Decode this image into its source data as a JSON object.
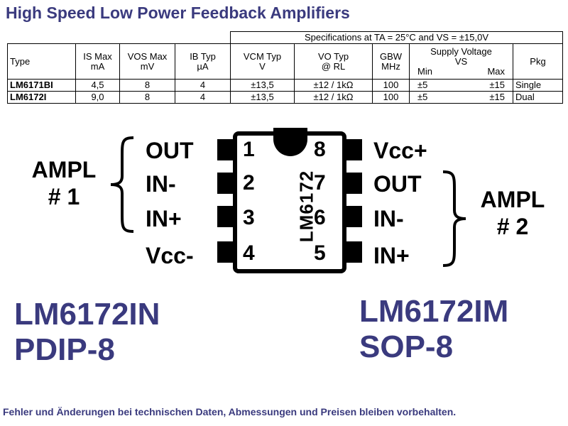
{
  "title": "High Speed Low Power Feedback Amplifiers",
  "specs": {
    "conditions": "Specifications at TA = 25°C and VS = ±15,0V",
    "headers": {
      "type": "Type",
      "is": "IS Max",
      "is_unit": "mA",
      "vos": "VOS Max",
      "vos_unit": "mV",
      "ib": "IB Typ",
      "ib_unit": "µA",
      "vcm": "VCM Typ",
      "vcm_unit": "V",
      "vo": "VO Typ",
      "vo_unit": "@ RL",
      "gbw": "GBW",
      "gbw_unit": "MHz",
      "supply": "Supply Voltage",
      "supply_unit": "VS",
      "min": "Min",
      "max": "Max",
      "pkg": "Pkg"
    },
    "rows": [
      {
        "type": "LM6171BI",
        "is": "4,5",
        "vos": "8",
        "ib": "4",
        "vcm": "±13,5",
        "vo": "±12 / 1kΩ",
        "gbw": "100",
        "min": "±5",
        "max": "±15",
        "pkg": "Single"
      },
      {
        "type": "LM6172I",
        "is": "9,0",
        "vos": "8",
        "ib": "4",
        "vcm": "±13,5",
        "vo": "±12 / 1kΩ",
        "gbw": "100",
        "min": "±5",
        "max": "±15",
        "pkg": "Dual"
      }
    ]
  },
  "diagram": {
    "chip_name": "LM6172",
    "left_pins": [
      {
        "num": "1",
        "label": "OUT"
      },
      {
        "num": "2",
        "label": "IN-"
      },
      {
        "num": "3",
        "label": "IN+"
      },
      {
        "num": "4",
        "label": "Vcc-"
      }
    ],
    "right_pins": [
      {
        "num": "8",
        "label": "Vcc+"
      },
      {
        "num": "7",
        "label": "OUT"
      },
      {
        "num": "6",
        "label": "IN-"
      },
      {
        "num": "5",
        "label": "IN+"
      }
    ],
    "ampl1": {
      "line1": "AMPL",
      "line2": "# 1"
    },
    "ampl2": {
      "line1": "AMPL",
      "line2": "# 2"
    }
  },
  "parts": {
    "left": {
      "name": "LM6172IN",
      "package": "PDIP-8"
    },
    "right": {
      "name": "LM6172IM",
      "package": "SOP-8"
    }
  },
  "footer": "Fehler und Änderungen bei technischen Daten, Abmessungen und Preisen bleiben vorbehalten."
}
